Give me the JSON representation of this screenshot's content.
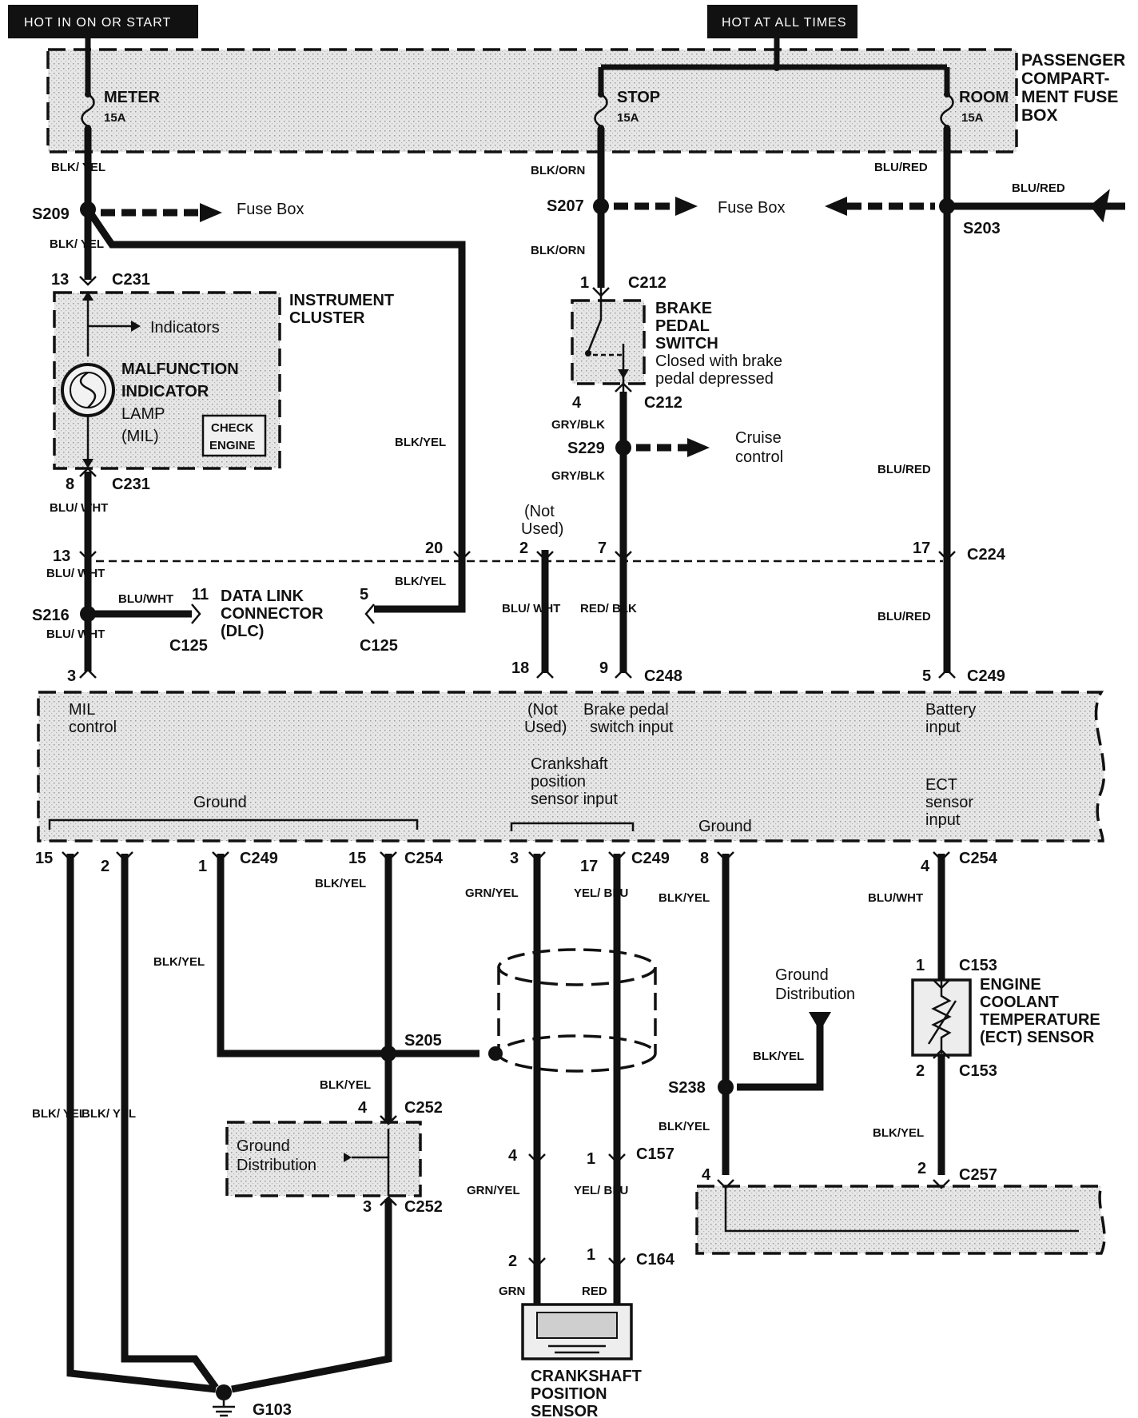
{
  "headers": {
    "ignition": "HOT IN ON OR START",
    "battery": "HOT AT ALL TIMES"
  },
  "fuse_box": {
    "name": "PASSENGER COMPART-MENT FUSE BOX",
    "name_lines": [
      "PASSENGER",
      "COMPART-",
      "MENT FUSE",
      "BOX"
    ],
    "fuses": [
      {
        "name": "METER",
        "rating": "15A"
      },
      {
        "name": "STOP",
        "rating": "15A"
      },
      {
        "name": "ROOM",
        "rating": "15A"
      }
    ]
  },
  "wire_colors": {
    "blk_yel_up": "BLK/ YEL",
    "blk_orn": "BLK/ORN",
    "blu_red": "BLU/RED",
    "blk_yel": "BLK/YEL",
    "blu_wht_up": "BLU/ WHT",
    "blu_wht": "BLU/WHT",
    "gry_blk": "GRY/BLK",
    "red_blk": "RED/ BLK",
    "grn_yel": "GRN/YEL",
    "yel_blu": "YEL/ BLU",
    "grn": "GRN",
    "red": "RED"
  },
  "splices": [
    "S209",
    "S207",
    "S203",
    "S229",
    "S216",
    "S205",
    "S238"
  ],
  "connectors": [
    "C231",
    "C212",
    "C224",
    "C125",
    "C248",
    "C249",
    "C254",
    "C252",
    "C157",
    "C164",
    "C153",
    "C257"
  ],
  "pins": [
    "13",
    "8",
    "20",
    "2",
    "7",
    "17",
    "11",
    "5",
    "3",
    "18",
    "9",
    "1",
    "4",
    "15"
  ],
  "text": {
    "fuse_box_arrow": "Fuse Box",
    "instrument_cluster": [
      "INSTRUMENT",
      "CLUSTER"
    ],
    "indicators": "Indicators",
    "mil": [
      "MALFUNCTION",
      "INDICATOR",
      "LAMP",
      "(MIL)"
    ],
    "check_engine": [
      "CHECK",
      "ENGINE"
    ],
    "brake_switch": [
      "BRAKE",
      "PEDAL",
      "SWITCH"
    ],
    "brake_note": [
      "Closed with brake",
      "pedal depressed"
    ],
    "cruise": [
      "Cruise",
      "control"
    ],
    "not_used": [
      "(Not",
      "Used)"
    ],
    "dlc": [
      "DATA LINK",
      "CONNECTOR",
      "(DLC)"
    ],
    "pcm_mil": [
      "MIL",
      "control"
    ],
    "pcm_brake": [
      "Brake pedal",
      "switch input"
    ],
    "pcm_battery": [
      "Battery",
      "input"
    ],
    "pcm_ground": "Ground",
    "pcm_ckp": [
      "Crankshaft",
      "position",
      "sensor input"
    ],
    "pcm_ect": [
      "ECT",
      "sensor",
      "input"
    ],
    "ground_distribution": [
      "Ground",
      "Distribution"
    ],
    "ect_sensor": [
      "ENGINE",
      "COOLANT",
      "TEMPERATURE",
      "(ECT) SENSOR"
    ],
    "ckp_sensor": [
      "CRANKSHAFT",
      "POSITION",
      "SENSOR"
    ],
    "ground_point": "G103"
  }
}
